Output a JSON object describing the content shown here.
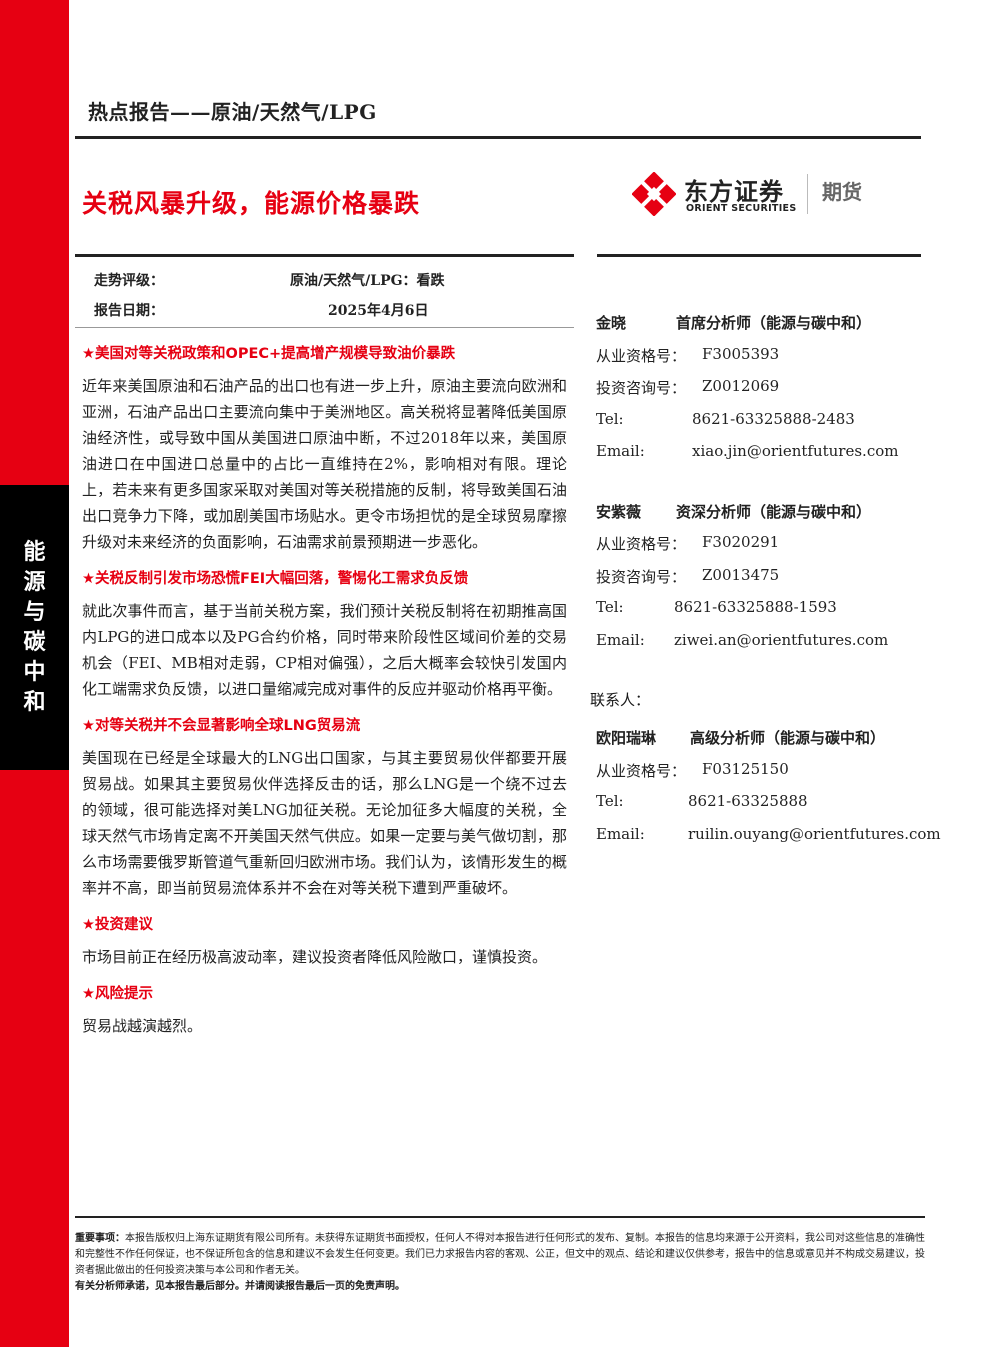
{
  "sidebar": {
    "label": "能源与碳中和"
  },
  "header": {
    "title": "热点报告——原油/天然气/LPG"
  },
  "report": {
    "title": "关税风暴升级，能源价格暴跌"
  },
  "logo": {
    "cn": "东方证券",
    "en": "ORIENT SECURITIES",
    "suffix": "期货"
  },
  "meta": {
    "rating_label": "走势评级：",
    "rating_value": "原油/天然气/LPG：看跌",
    "date_label": "报告日期：",
    "date_value": "2025年4月6日"
  },
  "sections": [
    {
      "heading": "★美国对等关税政策和OPEC+提高增产规模导致油价暴跌",
      "body": "近年来美国原油和石油产品的出口也有进一步上升，原油主要流向欧洲和亚洲，石油产品出口主要流向集中于美洲地区。高关税将显著降低美国原油经济性，或导致中国从美国进口原油中断，不过2018年以来，美国原油进口在中国进口总量中的占比一直维持在2%，影响相对有限。理论上，若未来有更多国家采取对美国对等关税措施的反制，将导致美国石油出口竞争力下降，或加剧美国市场贴水。更令市场担忧的是全球贸易摩擦升级对未来经济的负面影响，石油需求前景预期进一步恶化。"
    },
    {
      "heading": "★关税反制引发市场恐慌FEI大幅回落，警惕化工需求负反馈",
      "body": "就此次事件而言，基于当前关税方案，我们预计关税反制将在初期推高国内LPG的进口成本以及PG合约价格，同时带来阶段性区域间价差的交易机会（FEI、MB相对走弱，CP相对偏强），之后大概率会较快引发国内化工端需求负反馈，以进口量缩减完成对事件的反应并驱动价格再平衡。"
    },
    {
      "heading": "★对等关税并不会显著影响全球LNG贸易流",
      "body": "美国现在已经是全球最大的LNG出口国家，与其主要贸易伙伴都要开展贸易战。如果其主要贸易伙伴选择反击的话，那么LNG是一个绕不过去的领域，很可能选择对美LNG加征关税。无论加征多大幅度的关税，全球天然气市场肯定离不开美国天然气供应。如果一定要与美气做切割，那么市场需要俄罗斯管道气重新回归欧洲市场。我们认为，该情形发生的概率并不高，即当前贸易流体系并不会在对等关税下遭到严重破坏。"
    },
    {
      "heading": "★投资建议",
      "body": "市场目前正在经历极高波动率，建议投资者降低风险敞口，谨慎投资。"
    },
    {
      "heading": "★风险提示",
      "body": "贸易战越演越烈。"
    }
  ],
  "analysts": [
    {
      "name": "金晓",
      "title": "首席分析师（能源与碳中和）",
      "rows": [
        {
          "label": "从业资格号：",
          "value": "F3005393"
        },
        {
          "label": "投资咨询号：",
          "value": "Z0012069"
        },
        {
          "label": "Tel:",
          "value": "8621-63325888-2483"
        },
        {
          "label": "Email:",
          "value": "xiao.jin@orientfutures.com"
        }
      ]
    },
    {
      "name": "安紫薇",
      "title": "资深分析师（能源与碳中和）",
      "rows": [
        {
          "label": "从业资格号：",
          "value": "F3020291"
        },
        {
          "label": "投资咨询号：",
          "value": "Z0013475"
        },
        {
          "label": "Tel:",
          "value": "8621-63325888-1593"
        },
        {
          "label": "Email:",
          "value": "ziwei.an@orientfutures.com"
        }
      ]
    }
  ],
  "contact": {
    "label": "联系人：",
    "name": "欧阳瑞琳",
    "title": "高级分析师（能源与碳中和）",
    "rows": [
      {
        "label": "从业资格号：",
        "value": "F03125150"
      },
      {
        "label": "Tel:",
        "value": "8621-63325888"
      },
      {
        "label": "Email:",
        "value": "ruilin.ouyang@orientfutures.com"
      }
    ]
  },
  "footer": {
    "notice_label": "重要事项：",
    "notice_text": "本报告版权归上海东证期货有限公司所有。未获得东证期货书面授权，任何人不得对本报告进行任何形式的发布、复制。本报告的信息均来源于公开资料，我公司对这些信息的准确性和完整性不作任何保证，也不保证所包含的信息和建议不会发生任何变更。我们已力求报告内容的客观、公正，但文中的观点、结论和建议仅供参考，报告中的信息或意见并不构成交易建议，投资者据此做出的任何投资决策与本公司和作者无关。",
    "statement": "有关分析师承诺，见本报告最后部分。并请阅读报告最后一页的免责声明。"
  }
}
